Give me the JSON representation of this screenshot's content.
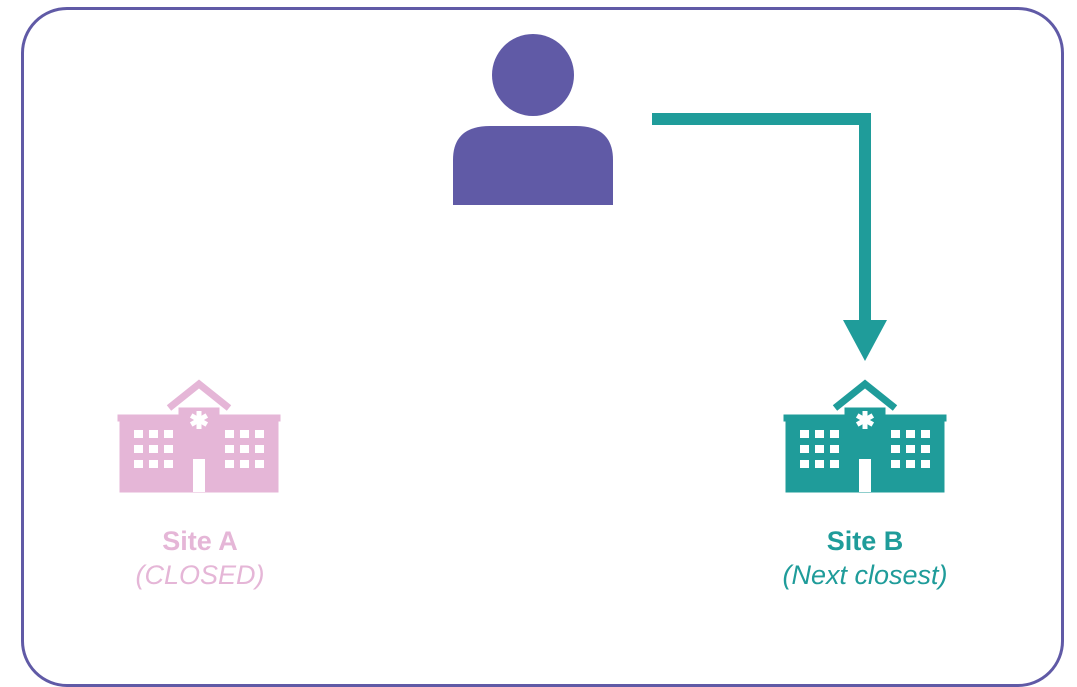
{
  "colors": {
    "frame_border": "#605aa6",
    "person": "#605aa6",
    "route_arrow": "#1f9c9a",
    "site_a": "#e5b6d7",
    "site_b": "#1f9c9a"
  },
  "icons": {
    "person": "person-icon",
    "site_a": "hospital-icon",
    "site_b": "hospital-icon",
    "route": "arrow-down-icon"
  },
  "sites": {
    "a": {
      "name": "Site A",
      "status": "(CLOSED)"
    },
    "b": {
      "name": "Site B",
      "status": "(Next closest)"
    }
  }
}
